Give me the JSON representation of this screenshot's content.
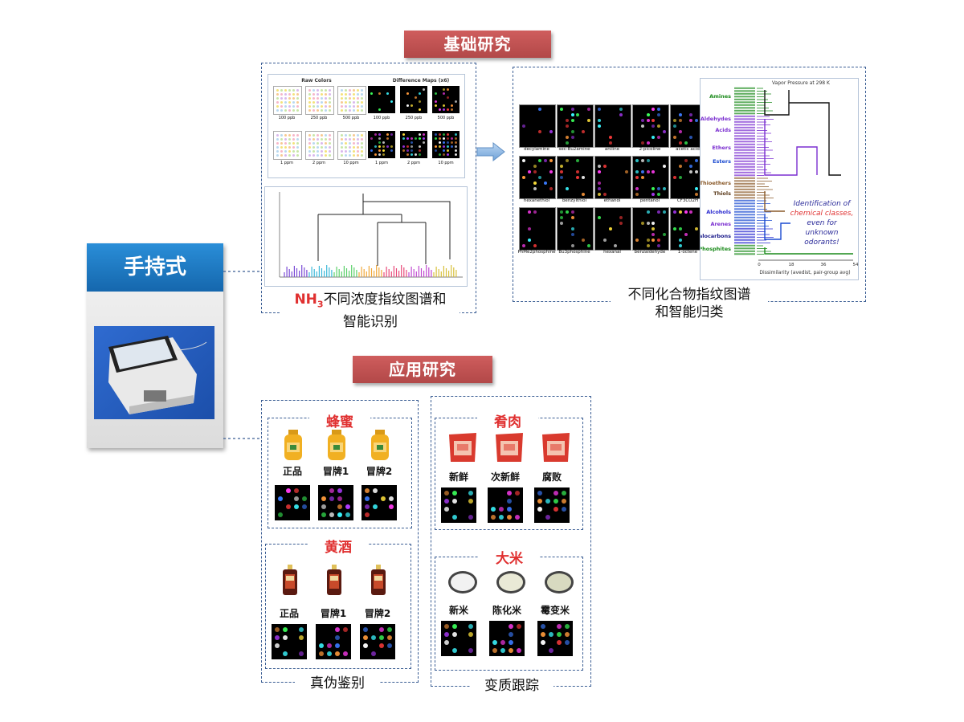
{
  "basic": {
    "title": "基础研究",
    "nh3_caption_prefix": "NH",
    "nh3_caption_sub": "3",
    "nh3_caption_line1": "不同浓度指纹图谱和",
    "nh3_caption_line2": "智能识别",
    "raw_colors_label": "Raw Colors",
    "diff_maps_label": "Difference Maps  (x6)",
    "raw_conc": [
      "100 ppb",
      "250 ppb",
      "500 ppb",
      "1 ppm",
      "2 ppm",
      "10 ppm"
    ],
    "diff_conc": [
      "100 ppb",
      "250 ppb",
      "500 ppb",
      "1 ppm",
      "2 ppm",
      "10 ppm"
    ],
    "compound_caption_line1": "不同化合物指纹图谱",
    "compound_caption_line2": "和智能归类",
    "compounds": [
      "decylamine",
      "sec-Bu2amine",
      "aniline",
      "2-picoline",
      "acetic acid",
      "hexanethiol",
      "benzylthiol",
      "ethanol",
      "pentanol",
      "CF3CO2H",
      "PhMe2phosphine",
      "Bu3phosphine",
      "hexanal",
      "benzaldehyde",
      "1-octene"
    ],
    "dendro_title": "Vapor Pressure at 298 K",
    "dendro_classes": [
      "Amines",
      "Aldehydes",
      "Acids",
      "Ethers",
      "Esters",
      "Thioethers",
      "Thiols",
      "Alcohols",
      "Arenes",
      "alocarbons",
      "Phosphites"
    ],
    "dendro_note_line1": "Identification of",
    "dendro_note_line2": "chemical classes,",
    "dendro_note_line3": "even for",
    "dendro_note_line4": "unknown odorants!",
    "dendro_axis_ticks": [
      "0",
      "18",
      "36",
      "54"
    ],
    "dendro_axis_title": "Dissimilarity (avedist, pair-group avg)"
  },
  "handheld": {
    "title": "手持式"
  },
  "applied": {
    "title": "应用研究",
    "honey": {
      "title": "蜂蜜",
      "labels": [
        "正品",
        "冒牌1",
        "冒牌2"
      ]
    },
    "wine": {
      "title": "黄酒",
      "labels": [
        "正品",
        "冒牌1",
        "冒牌2"
      ]
    },
    "meat": {
      "title": "肴肉",
      "labels": [
        "新鲜",
        "次新鲜",
        "腐败"
      ]
    },
    "rice": {
      "title": "大米",
      "labels": [
        "新米",
        "陈化米",
        "霉变米"
      ]
    },
    "left_caption": "真伪鉴别",
    "right_caption": "变质跟踪"
  },
  "colors": {
    "tag_red": "#c05050",
    "dash_blue": "#3b5e94",
    "handheld_blue": "#1a78c2",
    "accent_red": "#e03030"
  }
}
